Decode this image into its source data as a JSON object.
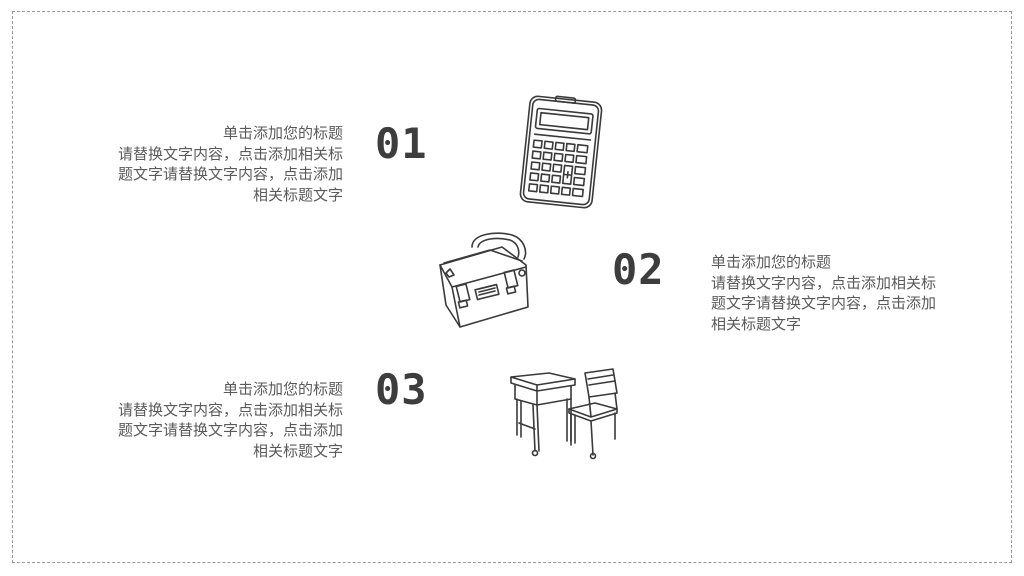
{
  "items": [
    {
      "number": "01",
      "title": "单击添加您的标题",
      "body": "请替换文字内容，点击添加相关标\n题文字请替换文字内容，点击添加\n相关标题文字",
      "icon": "calculator-icon"
    },
    {
      "number": "02",
      "title": "单击添加您的标题",
      "body": "请替换文字内容，点击添加相关标\n题文字请替换文字内容，点击添加\n相关标题文字",
      "icon": "school-bag-icon"
    },
    {
      "number": "03",
      "title": "单击添加您的标题",
      "body": "请替换文字内容，点击添加相关标\n题文字请替换文字内容，点击添加\n相关标题文字",
      "icon": "desk-chair-icon"
    }
  ]
}
